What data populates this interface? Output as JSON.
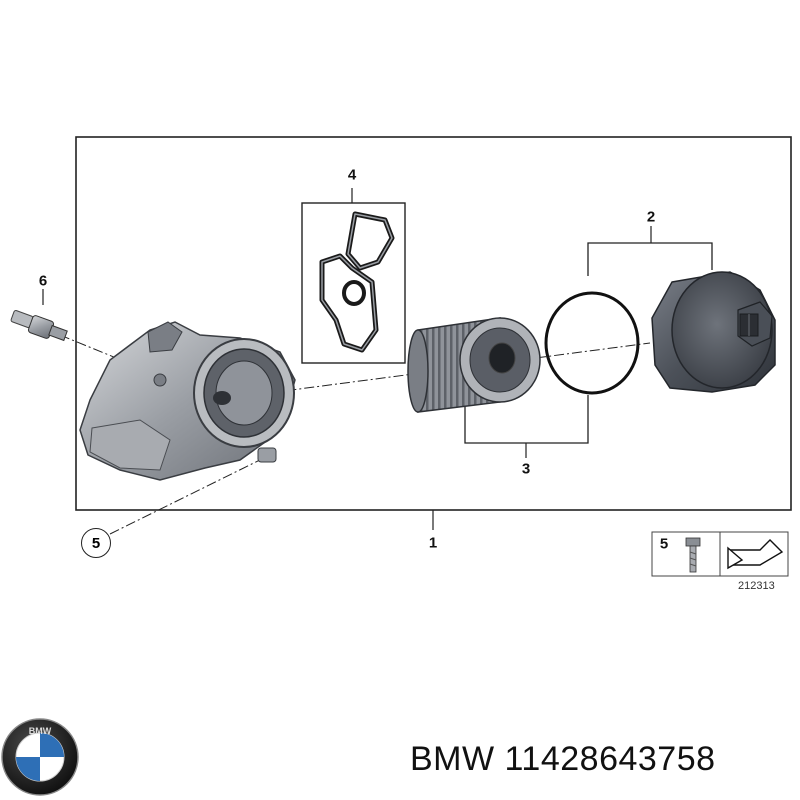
{
  "callouts": {
    "c1": "1",
    "c2": "2",
    "c3": "3",
    "c4": "4",
    "c5": "5",
    "c6": "6",
    "legend_5": "5"
  },
  "reference_number": "212313",
  "footer": {
    "brand": "BMW",
    "part_number": "11428643758",
    "logo_letters": "BMW"
  },
  "colors": {
    "metal_dark": "#4a4f57",
    "metal_mid": "#8a8e94",
    "metal_light": "#c9cbcf",
    "line": "#222222",
    "bmw_blue": "#2e6fb6"
  }
}
